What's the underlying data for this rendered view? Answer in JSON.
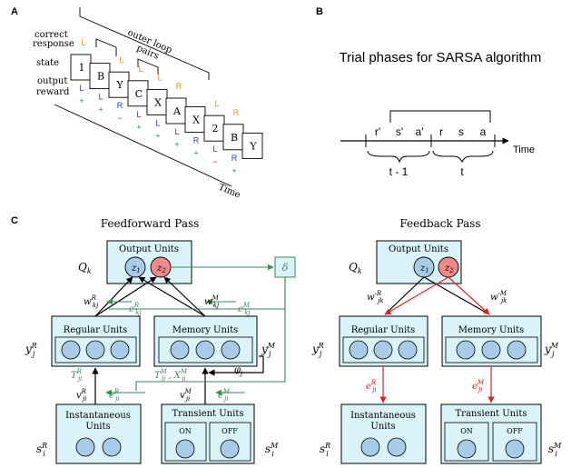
{
  "panel_a": {
    "letter": "A",
    "labels": {
      "correct_response_1": "correct",
      "correct_response_2": "response",
      "state": "state",
      "output": "output",
      "reward": "reward",
      "outer_loop": "outer loop",
      "pairs": "pairs",
      "time": "Time"
    },
    "cards": [
      "1",
      "B",
      "Y",
      "C",
      "X",
      "A",
      "X",
      "2",
      "B",
      "Y"
    ],
    "correct_responses": [
      "L",
      "L",
      "L",
      "L",
      "R",
      "L",
      "R"
    ],
    "outputs": [
      "L",
      "L",
      "R",
      "L",
      "L",
      "L",
      "R",
      "L",
      "R"
    ],
    "rewards": [
      "+",
      "+",
      "−",
      "+",
      "+",
      "+",
      "+",
      "−",
      "+"
    ],
    "colors": {
      "orange": "#e8902a",
      "blue": "#2a3fb8",
      "red": "#c8202a",
      "green": "#2a8a4a"
    }
  },
  "panel_b": {
    "letter": "B",
    "title": "Trial phases for SARSA algorithm",
    "phases": [
      "r'",
      "s'",
      "a'",
      "r",
      "s",
      "a"
    ],
    "time_label": "Time",
    "group_prev": "t - 1",
    "group_curr": "t"
  },
  "panel_c": {
    "letter": "C",
    "ff_title": "Feedforward Pass",
    "fb_title": "Feedback Pass",
    "output_units": "Output Units",
    "regular_units": "Regular Units",
    "memory_units": "Memory Units",
    "instantaneous_1": "Instantaneous",
    "instantaneous_2": "Units",
    "transient_units": "Transient Units",
    "on": "ON",
    "off": "OFF",
    "z1": "z",
    "z1_sub": "1",
    "z2": "z",
    "z2_sub": "2",
    "delta": "δ",
    "Qk": "Q",
    "Qk_sub": "k",
    "colors": {
      "box_fill": "#d9f3f8",
      "unit_fill": "#a8cbe8",
      "z2_fill": "#f08a8a",
      "green": "#3a8a5a",
      "red": "#e02020"
    }
  }
}
